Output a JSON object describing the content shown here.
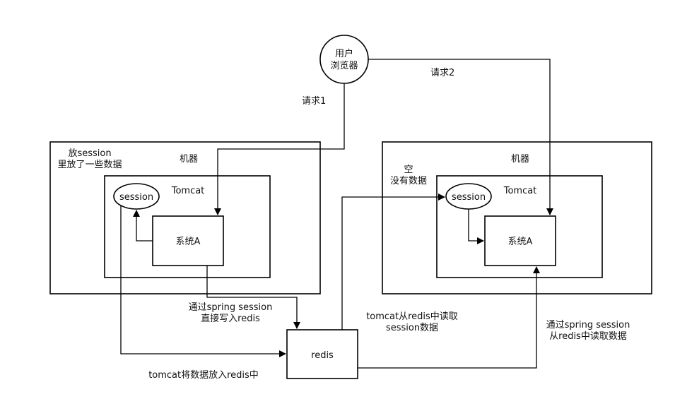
{
  "browser": {
    "line1": "用户",
    "line2": "浏览器"
  },
  "requests": {
    "req1": "请求1",
    "req2": "请求2"
  },
  "left_machine": {
    "title": "机器",
    "note_line1": "放session",
    "note_line2": "里放了一些数据",
    "tomcat": "Tomcat",
    "session": "session",
    "system": "系统A"
  },
  "right_machine": {
    "title": "机器",
    "note_line1": "空",
    "note_line2": "没有数据",
    "tomcat": "Tomcat",
    "session": "session",
    "system": "系统A"
  },
  "redis": {
    "label": "redis"
  },
  "annotations": {
    "spring_write_line1": "通过spring session",
    "spring_write_line2": "直接写入redis",
    "tomcat_put": "tomcat将数据放入redis中",
    "tomcat_read_line1": "tomcat从redis中读取",
    "tomcat_read_line2": "session数据",
    "spring_read_line1": "通过spring session",
    "spring_read_line2": "从redis中读取数据"
  }
}
